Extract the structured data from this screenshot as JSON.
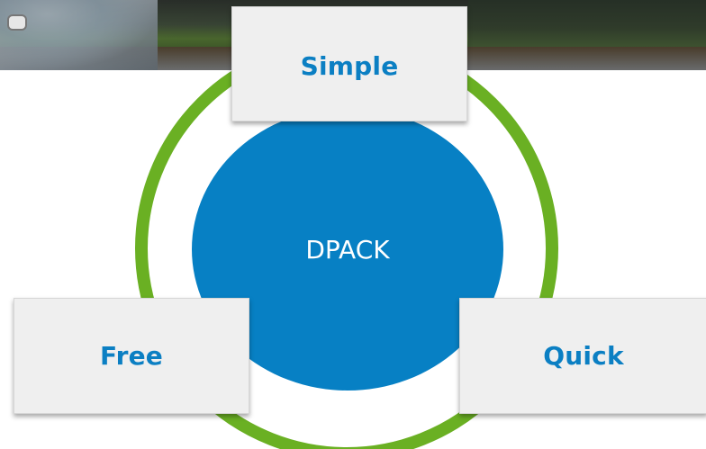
{
  "colors": {
    "accent": "#0b7fc3",
    "ring": "#6ab023",
    "circle": "#0780c4",
    "box_bg": "#efefef"
  },
  "diagram": {
    "center": "DPACK",
    "nodes": {
      "top": "Simple",
      "left": "Free",
      "right": "Quick"
    }
  }
}
